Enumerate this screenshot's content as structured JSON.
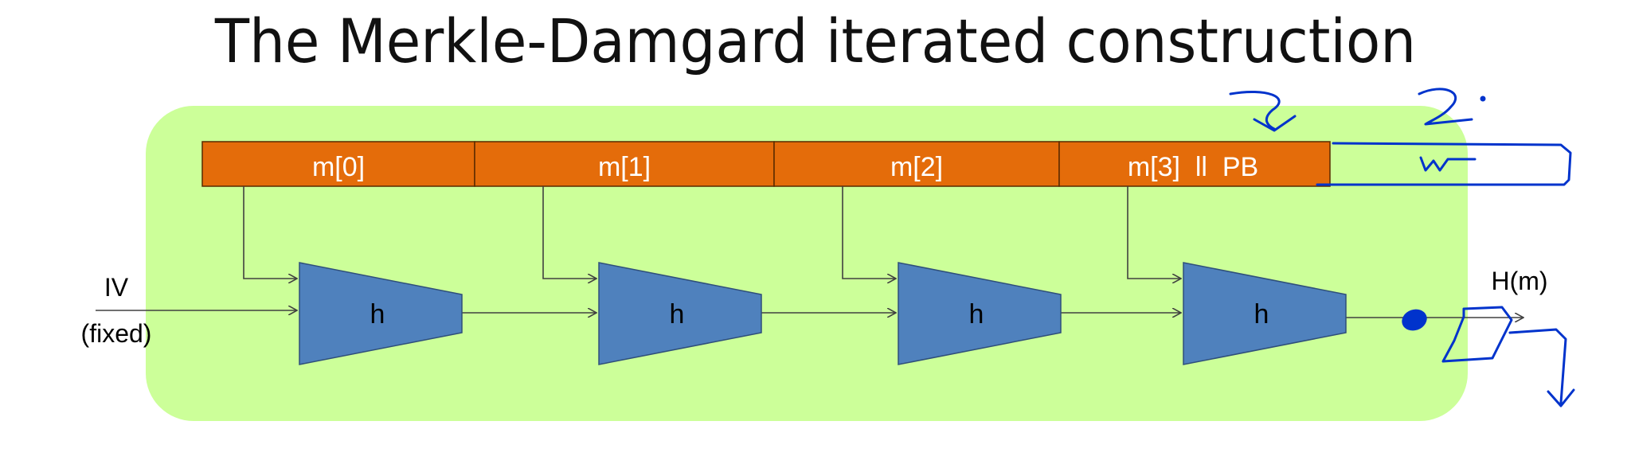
{
  "title": "The Merkle-Damgard iterated construction",
  "message_blocks": [
    "m[0]",
    "m[1]",
    "m[2]",
    "m[3]  ll  PB"
  ],
  "compression_label": "h",
  "iv_label": "IV",
  "iv_note": "(fixed)",
  "output_label": "H(m)",
  "colors": {
    "panel": "#ccff99",
    "message_bar": "#e46c0a",
    "compression_fn": "#4f81bd",
    "arrow": "#404040",
    "ink": "#0033cc"
  }
}
